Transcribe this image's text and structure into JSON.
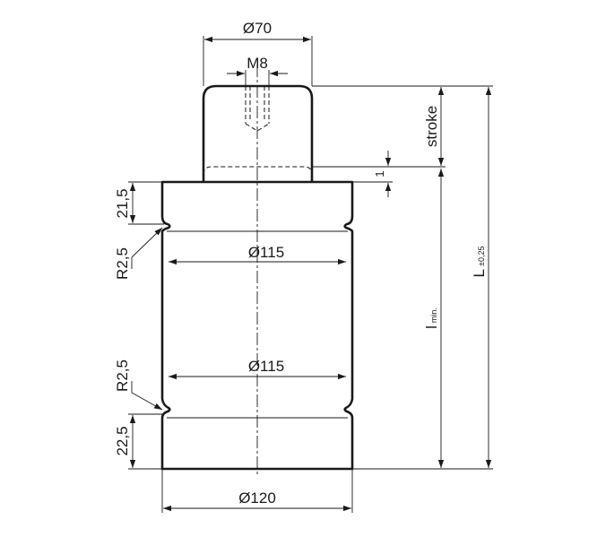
{
  "dimensions": {
    "piston_diameter": "Ø70",
    "thread": "M8",
    "stroke": "stroke",
    "offset_one": "1",
    "top_height": "21,5",
    "radius_top": "R2,5",
    "groove_diameter_top": "Ø115",
    "groove_diameter_bottom": "Ø115",
    "radius_bottom": "R2,5",
    "bottom_height": "22,5",
    "body_diameter": "Ø120",
    "length_min_main": "l",
    "length_min_sub": "min.",
    "length_total_main": "L",
    "length_total_tolerance": "±0,25"
  }
}
